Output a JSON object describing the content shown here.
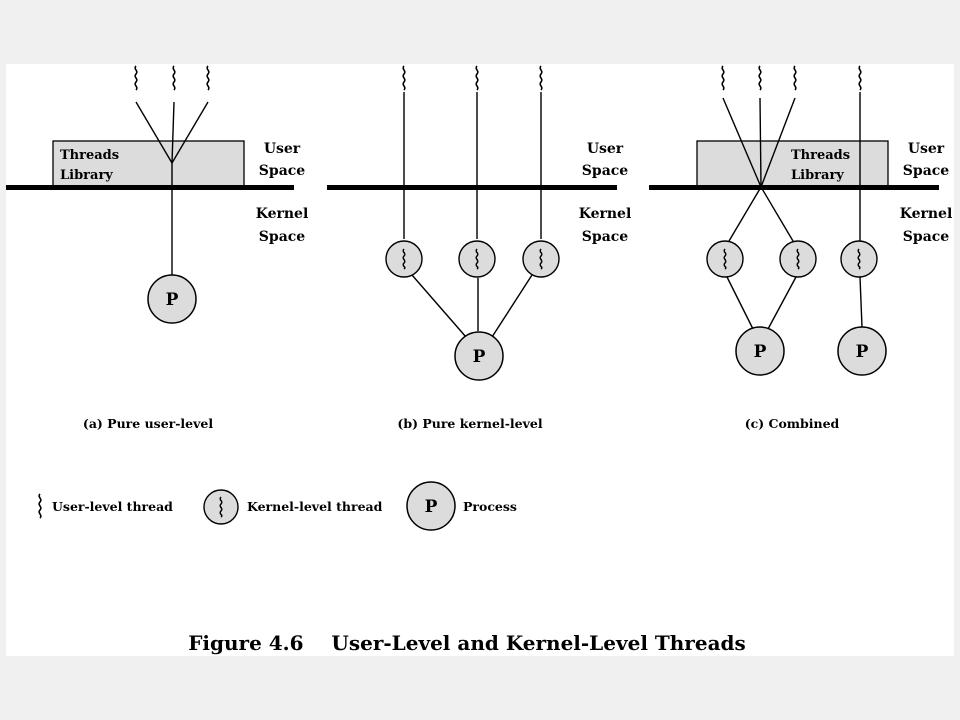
{
  "colors": {
    "background": "#f0f0f0",
    "panel": "#ffffff",
    "library_fill": "#dcdcdc",
    "circle_fill": "#dcdcdc",
    "line": "#000000"
  },
  "panel_a": {
    "library_label_line1": "Threads",
    "library_label_line2": "Library",
    "user_space_line1": "User",
    "user_space_line2": "Space",
    "kernel_space_line1": "Kernel",
    "kernel_space_line2": "Space",
    "process_label": "P",
    "caption": "(a) Pure user-level"
  },
  "panel_b": {
    "user_space_line1": "User",
    "user_space_line2": "Space",
    "kernel_space_line1": "Kernel",
    "kernel_space_line2": "Space",
    "process_label": "P",
    "caption": "(b) Pure kernel-level"
  },
  "panel_c": {
    "library_label_line1": "Threads",
    "library_label_line2": "Library",
    "user_space_line1": "User",
    "user_space_line2": "Space",
    "kernel_space_line1": "Kernel",
    "kernel_space_line2": "Space",
    "process_label_1": "P",
    "process_label_2": "P",
    "caption": "(c) Combined"
  },
  "legend": {
    "user_thread": "User-level thread",
    "kernel_thread": "Kernel-level thread",
    "process_symbol": "P",
    "process": "Process"
  },
  "figure_caption": "Figure 4.6    User-Level and Kernel-Level Threads"
}
